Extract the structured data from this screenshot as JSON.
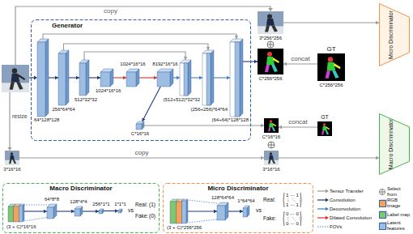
{
  "diagram": {
    "nodes": [
      {
        "text": [
          "Generator"
        ]
      },
      {
        "text": [
          "64*128*128"
        ],
        "in": 0
      },
      {
        "text": [
          "256*64*64"
        ],
        "in": 0
      },
      {
        "text": [
          "512*32*32"
        ],
        "in": 0
      },
      {
        "text": [
          "1024*16*16"
        ],
        "in": 0
      },
      {
        "text": [
          "1024*16*16"
        ],
        "in": 0
      },
      {
        "text": [
          "8192*16*16"
        ],
        "in": 0
      },
      {
        "text": [
          "(512+512)*32*32"
        ],
        "in": 0
      },
      {
        "text": [
          "(256+256)*64*64"
        ],
        "in": 0
      },
      {
        "text": [
          "(64+64)*128*128"
        ],
        "in": 0
      },
      {
        "text": [
          "C*16*16"
        ],
        "in": 0
      },
      {
        "text": [
          "3*256*256"
        ]
      },
      {
        "text": [
          "C*256*256"
        ]
      },
      {
        "text": [
          "GT",
          "C*256*256"
        ]
      },
      {
        "text": [
          "Micro Discriminator"
        ]
      },
      {
        "text": [
          "C*16*16"
        ]
      },
      {
        "text": [
          "3*16*16"
        ]
      },
      {
        "text": [
          "GT"
        ]
      },
      {
        "text": [
          "Macro Discriminator"
        ]
      },
      {
        "text": [
          "3*16*16"
        ]
      },
      {
        "text": [
          "Macro Discriminator"
        ]
      },
      {
        "text": [
          "(3 + C)*16*16"
        ],
        "in": 20
      },
      {
        "text": [
          "64*8*8"
        ],
        "in": 20
      },
      {
        "text": [
          "128*4*4"
        ],
        "in": 20
      },
      {
        "text": [
          "256*1*1"
        ],
        "in": 20
      },
      {
        "text": [
          "1*1*1"
        ],
        "in": 20
      },
      {
        "text": [
          "Micro Discriminator"
        ]
      },
      {
        "text": [
          "(3 + C)*256*256"
        ],
        "in": 26
      },
      {
        "text": [
          "128*64*64"
        ],
        "in": 26
      },
      {
        "text": [
          "1*64*64"
        ],
        "in": 26
      }
    ],
    "edges": [
      {
        "from": 1,
        "to": 2,
        "arrow": "to"
      },
      {
        "from": 2,
        "to": 3,
        "arrow": "to"
      },
      {
        "from": 3,
        "to": 4,
        "arrow": "to"
      },
      {
        "from": 4,
        "to": 5,
        "arrow": "to"
      },
      {
        "from": 5,
        "to": 6,
        "arrow": "to"
      },
      {
        "from": 6,
        "to": 7,
        "arrow": "to"
      },
      {
        "from": 7,
        "to": 8,
        "arrow": "to"
      },
      {
        "from": 8,
        "to": 9,
        "arrow": "to"
      },
      {
        "from": 9,
        "to": 12,
        "arrow": "to"
      },
      {
        "from": 3,
        "to": 7,
        "arrow": "to"
      },
      {
        "from": 2,
        "to": 8,
        "arrow": "to"
      },
      {
        "from": 1,
        "to": 9,
        "arrow": "to"
      },
      {
        "from": 6,
        "to": 10,
        "arrow": "to"
      },
      {
        "from": 10,
        "to": 15,
        "arrow": "to"
      },
      {
        "from": 13,
        "to": 12,
        "label": "concat",
        "arrow": "to"
      },
      {
        "from": 11,
        "to": 14,
        "arrow": "to"
      },
      {
        "from": 17,
        "to": 15,
        "label": "concat",
        "arrow": "to"
      },
      {
        "from": 16,
        "to": 18,
        "arrow": "to"
      },
      {
        "from": 19,
        "to": 16,
        "label": "copy",
        "arrow": "to"
      },
      {
        "from": 21,
        "to": 22,
        "arrow": "to"
      },
      {
        "from": 22,
        "to": 23,
        "arrow": "to"
      },
      {
        "from": 23,
        "to": 24,
        "arrow": "to"
      },
      {
        "from": 24,
        "to": 25,
        "arrow": "to"
      },
      {
        "from": 27,
        "to": 28,
        "arrow": "to"
      },
      {
        "from": 28,
        "to": 29,
        "arrow": "to"
      }
    ],
    "labels": [
      "copy",
      "resize",
      "vs",
      "Real:",
      "(1)",
      "Fake:",
      "(0)",
      "vs",
      "Real:",
      "1 ⋯ 1",
      "⋮ ⋱ ⋮",
      "1 ⋯ 1",
      "Fake:",
      "0 ⋯ 0",
      "⋮ ⋱ ⋮",
      "0 ⋯ 0"
    ],
    "legend": [
      {
        "text": "Tensor Transfer"
      },
      {
        "text": "Convolution"
      },
      {
        "text": "Deconvolution"
      },
      {
        "text": "Dilated Convolution"
      },
      {
        "text": "FOVs"
      },
      {
        "text": "Select from"
      },
      {
        "text": "RGB image",
        "color": "#f5a15a"
      },
      {
        "text": "Label map",
        "color": "#7ec86f"
      },
      {
        "text": "Latent features",
        "color": "#9dbde3"
      }
    ]
  }
}
